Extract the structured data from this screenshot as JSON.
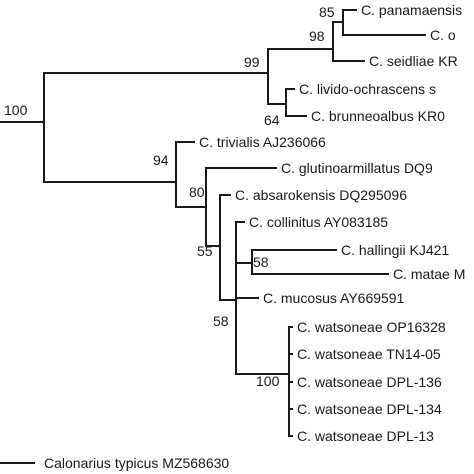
{
  "tree": {
    "taxa": {
      "panamaensis": "C. panamaensis",
      "o": "C. o",
      "seidliae": "C. seidliae KR",
      "livido": "C. livido-ochrascens s",
      "brunneoalbus": "C. brunneoalbus KR0",
      "trivialis": "C. trivialis AJ236066",
      "glutinoarmillatus": "C. glutinoarmillatus DQ9",
      "absarokensis": "C. absarokensis DQ295096",
      "collinitus": "C. collinitus AY083185",
      "hallingii": "C. hallingii KJ421",
      "matae": "C. matae M",
      "mucosus": "C. mucosus AY669591",
      "watsoneae_1": "C. watsoneae OP16328",
      "watsoneae_2": "C. watsoneae TN14-05",
      "watsoneae_3": "C. watsoneae DPL-136",
      "watsoneae_4": "C. watsoneae DPL-134",
      "watsoneae_5": "C. watsoneae DPL-13",
      "calonarius": "Calonarius typicus MZ568630"
    },
    "support": {
      "root": "100",
      "clade_a": "99",
      "panamaensis_o_seidliae": "98",
      "panamaensis_o": "85",
      "livido_brunneo": "64",
      "clade_b": "94",
      "glutino_rest": "80",
      "absarokensis_rest": "55",
      "collinitus_rest": "58",
      "hallingii_matae": "58",
      "watsoneae": "100"
    }
  }
}
